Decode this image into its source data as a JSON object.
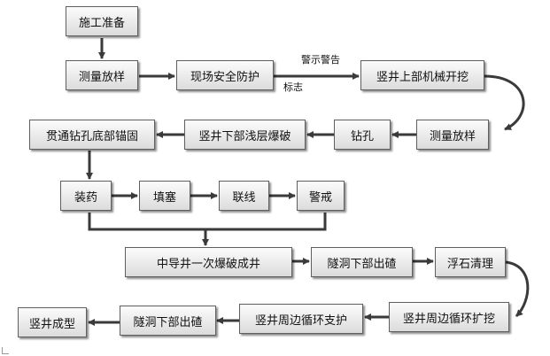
{
  "nodes": {
    "prep": "施工准备",
    "survey1": "测量放样",
    "safety": "现场安全防护",
    "excavate": "竖井上部机械开挖",
    "survey2": "测量放样",
    "drill": "钻孔",
    "blast_shallow": "竖井下部浅层爆破",
    "anchor": "贯通钻孔底部锚固",
    "charge": "装药",
    "stem": "填塞",
    "wire": "联线",
    "alert": "警戒",
    "shaft_blast": "中导井一次爆破成井",
    "muck1": "隧洞下部出碴",
    "scaling": "浮石清理",
    "ring_expand": "竖井周边循环扩挖",
    "ring_support": "竖井周边循环支护",
    "muck2": "隧洞下部出碴",
    "shaft_done": "竖井成型"
  },
  "labels": {
    "warning_sign_top": "警示警告",
    "warning_sign_bottom": "标志"
  },
  "colors": {
    "line": "#3a3a3a",
    "box_border": "#5f5f5f"
  }
}
